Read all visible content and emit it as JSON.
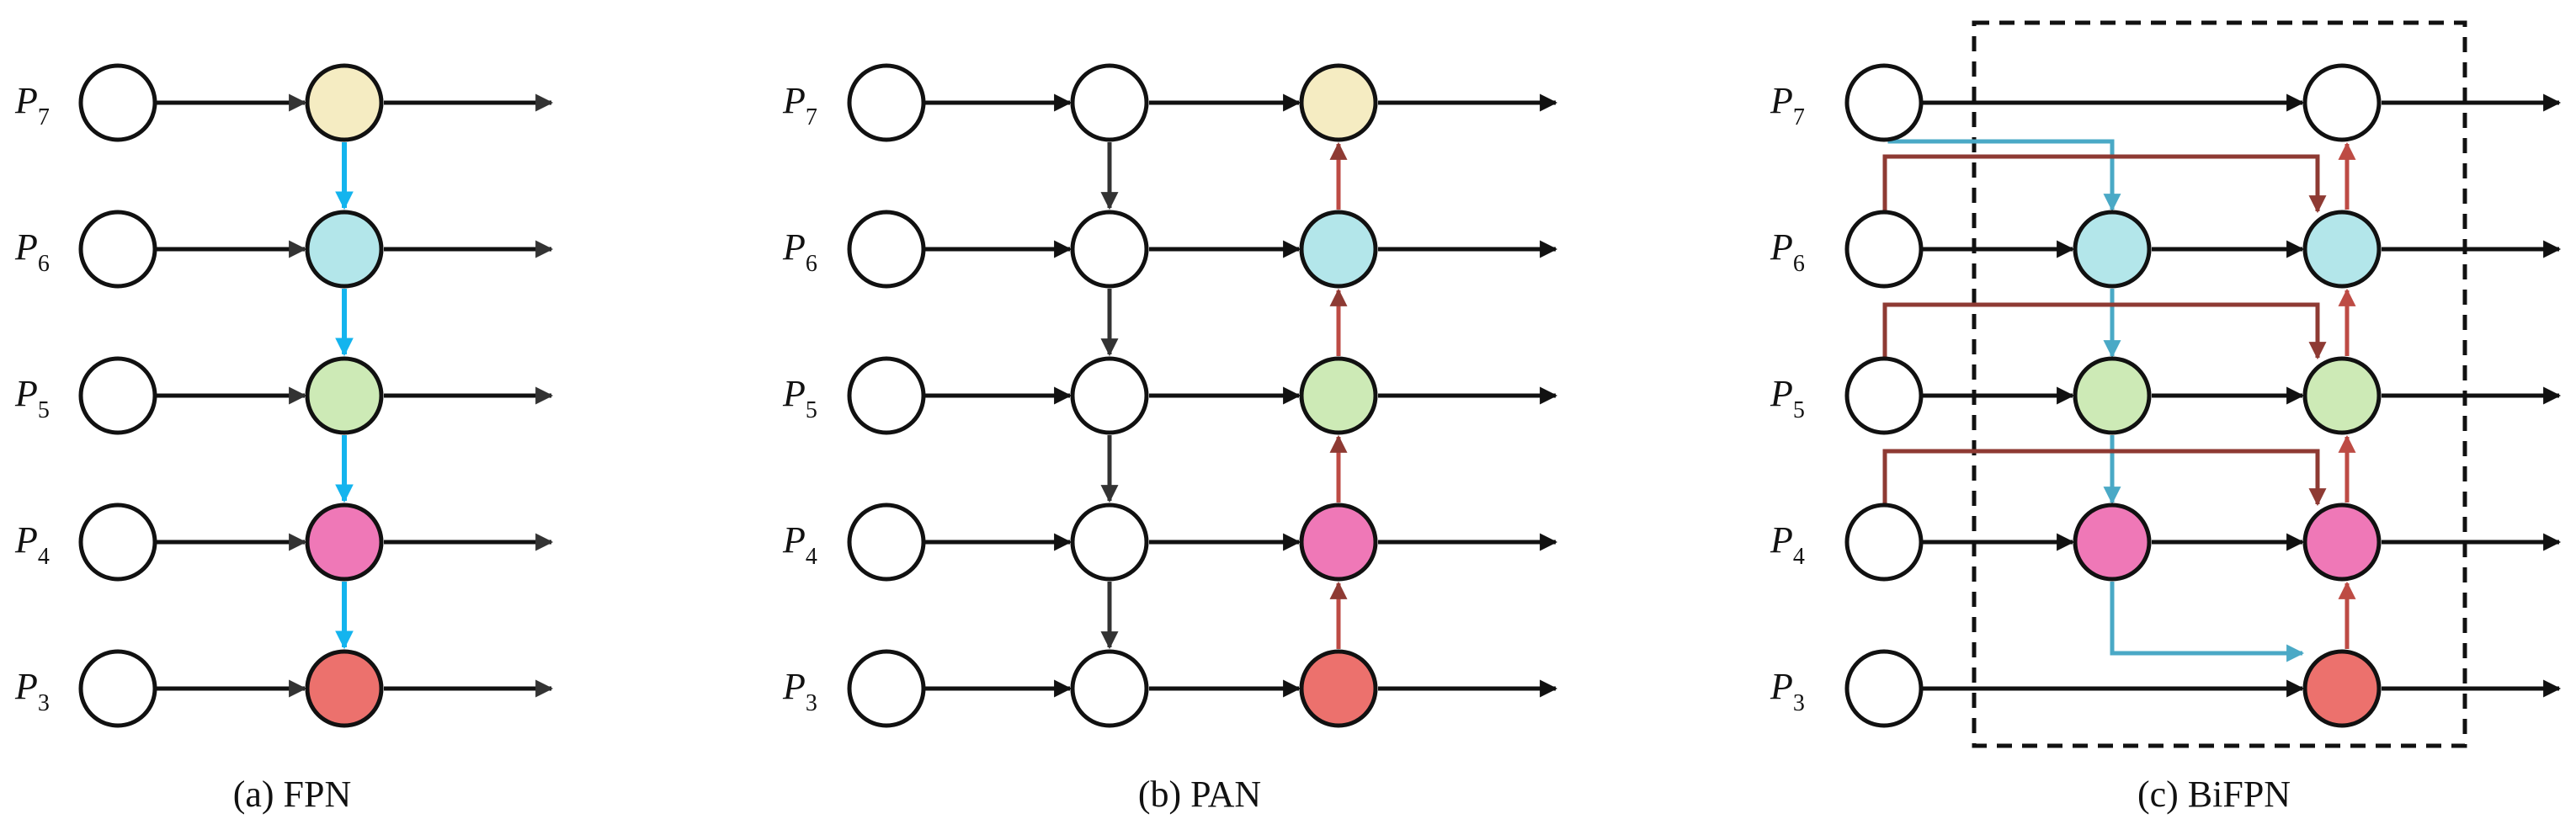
{
  "panels": [
    {
      "id": "fpn",
      "caption": "(a) FPN",
      "levels": [
        {
          "main": "P",
          "sub": "7"
        },
        {
          "main": "P",
          "sub": "6"
        },
        {
          "main": "P",
          "sub": "5"
        },
        {
          "main": "P",
          "sub": "4"
        },
        {
          "main": "P",
          "sub": "3"
        }
      ]
    },
    {
      "id": "pan",
      "caption": "(b) PAN",
      "levels": [
        {
          "main": "P",
          "sub": "7"
        },
        {
          "main": "P",
          "sub": "6"
        },
        {
          "main": "P",
          "sub": "5"
        },
        {
          "main": "P",
          "sub": "4"
        },
        {
          "main": "P",
          "sub": "3"
        }
      ]
    },
    {
      "id": "bifpn",
      "caption": "(c) BiFPN",
      "levels": [
        {
          "main": "P",
          "sub": "7"
        },
        {
          "main": "P",
          "sub": "6"
        },
        {
          "main": "P",
          "sub": "5"
        },
        {
          "main": "P",
          "sub": "4"
        },
        {
          "main": "P",
          "sub": "3"
        }
      ]
    }
  ],
  "colors": {
    "p7_fill": "#f5ecc2",
    "p6_fill": "#b3e6ea",
    "p5_fill": "#cdeab6",
    "p4_fill": "#ef78b7",
    "p3_fill": "#ec716d",
    "node_stroke": "#111111",
    "edge_black": "#111111",
    "edge_blue_fpn": "#14b4ee",
    "edge_blue_bifpn": "#4aa9c6",
    "edge_red": "#bd4b44",
    "edge_darkred": "#8e3a33",
    "dashed_box": "#111111"
  }
}
